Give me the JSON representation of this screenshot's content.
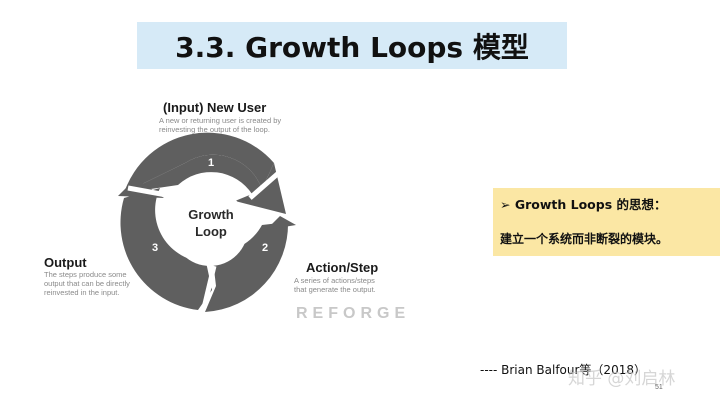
{
  "slide": {
    "title": "3.3. Growth Loops 模型",
    "page_number": "51"
  },
  "diagram": {
    "center_label_line1": "Growth",
    "center_label_line2": "Loop",
    "segment_numbers": [
      "1",
      "2",
      "3"
    ],
    "stages": [
      {
        "heading": "(Input) New User",
        "description_line1": "A new or returning user is created by",
        "description_line2": "reinvesting the output of the loop."
      },
      {
        "heading": "Action/Step",
        "description_line1": "A series of actions/steps",
        "description_line2": "that generate the output."
      },
      {
        "heading": "Output",
        "description_line1": "The steps produce some",
        "description_line2": "output that can be directly",
        "description_line3": "reinvested in the input."
      }
    ],
    "brand": "REFORGE",
    "colors": {
      "ring": "#5f5f5f",
      "center": "#ffffff"
    }
  },
  "note": {
    "bullet": "➢",
    "title": "Growth Loops 的思想：",
    "body": "建立一个系统而非断裂的模块。",
    "background": "#fbe7a4"
  },
  "source": "---- Brian Balfour等（2018）",
  "watermark": "知乎 @刘启林",
  "colors": {
    "title_bg": "#d6eaf7"
  }
}
